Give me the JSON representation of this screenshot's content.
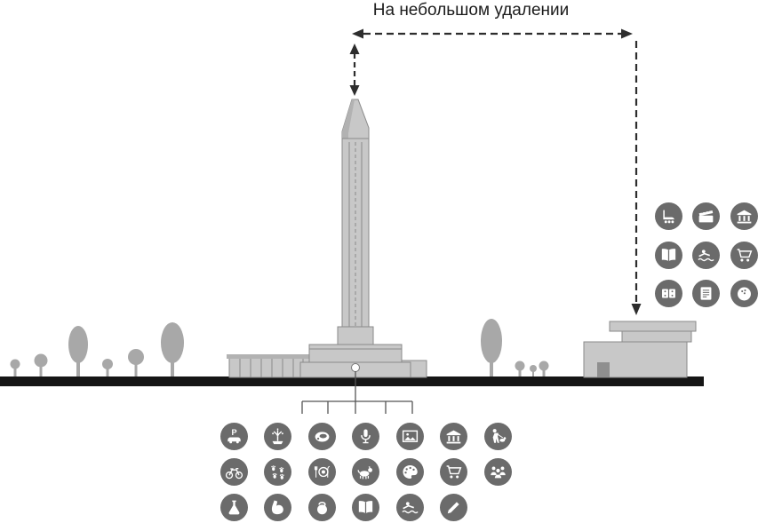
{
  "labels": {
    "distance": "На небольшом удалении"
  },
  "colors": {
    "icon_circle": "#6b6b6b",
    "icon_glyph": "#ffffff",
    "ground": "#161616",
    "structure_fill": "#c8c8c8",
    "structure_shade": "#b2b2b2",
    "structure_outline": "#8a8a8a",
    "tree": "#a8a8a8",
    "arrow": "#2d2d2d",
    "connector": "#555555",
    "label_text": "#1c1c1c"
  },
  "monument_icons": {
    "rows": [
      [
        "parking",
        "fountain",
        "meat",
        "microphone",
        "picture",
        "museum",
        "pet-walking"
      ],
      [
        "bicycle",
        "paw-prints",
        "restaurant",
        "dog-show",
        "art-palette",
        "shopping-cart",
        "meeting"
      ],
      [
        "flask",
        "muscle",
        "kettlebell",
        "books",
        "swimming",
        "pencil"
      ]
    ]
  },
  "nearby_icons": {
    "rows": [
      [
        "rollerblading",
        "cinema",
        "museum"
      ],
      [
        "book",
        "swimming",
        "shopping-cart"
      ],
      [
        "games",
        "documents",
        "bowling"
      ]
    ]
  }
}
